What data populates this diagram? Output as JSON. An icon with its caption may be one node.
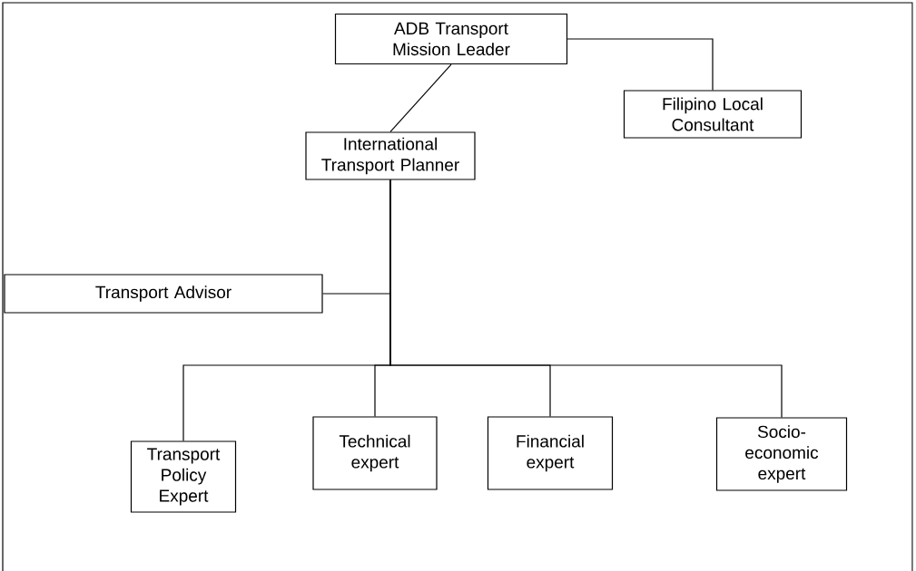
{
  "diagram": {
    "nodes": [
      {
        "text": [
          "ADB Transport Mission Leader"
        ]
      },
      {
        "text": [
          "Filipino Local Consultant"
        ]
      },
      {
        "text": [
          "International Transport Planner"
        ]
      },
      {
        "text": [
          "Transport Advisor"
        ]
      },
      {
        "text": [
          "Transport Policy Expert"
        ]
      },
      {
        "text": [
          "Technical expert"
        ]
      },
      {
        "text": [
          "Financial expert"
        ]
      },
      {
        "text": [
          "Socio-economic expert"
        ]
      }
    ],
    "edges": [
      {
        "from": 0,
        "to": 1,
        "arrow": "none"
      },
      {
        "from": 0,
        "to": 2,
        "arrow": "none"
      },
      {
        "from": 2,
        "to": 3,
        "arrow": "none"
      },
      {
        "from": 2,
        "to": 4,
        "arrow": "none"
      },
      {
        "from": 2,
        "to": 5,
        "arrow": "none"
      },
      {
        "from": 2,
        "to": 6,
        "arrow": "none"
      },
      {
        "from": 2,
        "to": 7,
        "arrow": "none"
      }
    ]
  }
}
